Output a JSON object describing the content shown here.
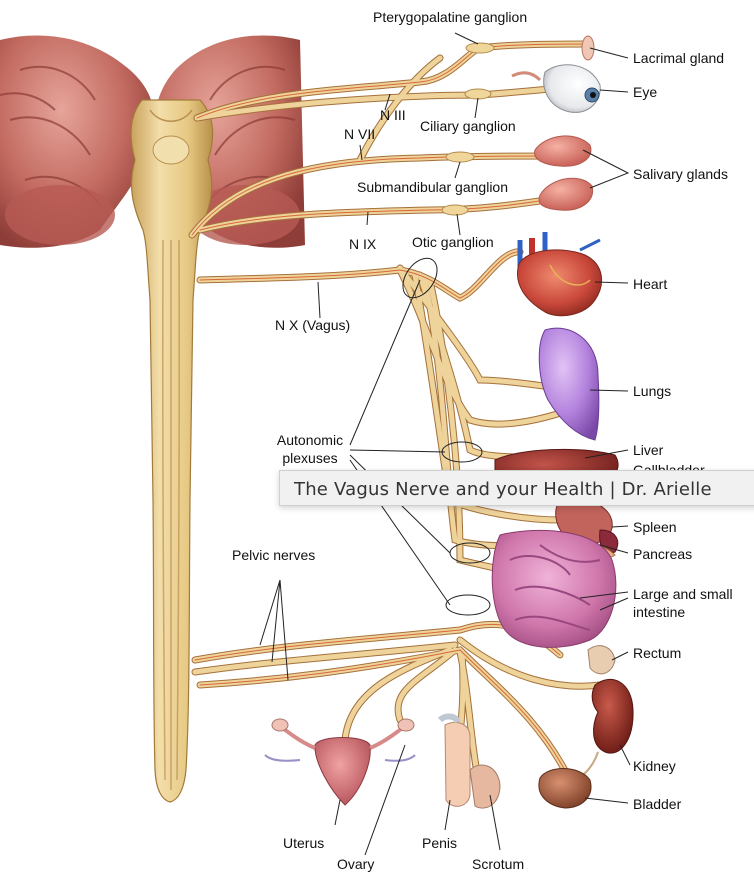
{
  "labels": {
    "pterygopalatine": "Pterygopalatine ganglion",
    "lacrimal": "Lacrimal gland",
    "eye": "Eye",
    "n3": "N III",
    "n7": "N VII",
    "ciliary": "Ciliary ganglion",
    "salivary": "Salivary glands",
    "submandibular": "Submandibular ganglion",
    "n9": "N IX",
    "otic": "Otic ganglion",
    "heart": "Heart",
    "vagus": "N X (Vagus)",
    "lungs": "Lungs",
    "autonomic": "Autonomic plexuses",
    "liver": "Liver",
    "gallbladder": "Gallbladder",
    "spleen": "Spleen",
    "pancreas": "Pancreas",
    "intestine": "Large and small intestine",
    "pelvic": "Pelvic nerves",
    "rectum": "Rectum",
    "kidney": "Kidney",
    "bladder": "Bladder",
    "uterus": "Uterus",
    "ovary": "Ovary",
    "penis": "Penis",
    "scrotum": "Scrotum"
  },
  "tooltip": {
    "text": "The Vagus Nerve and your Health | Dr. Arielle"
  },
  "colors": {
    "nerve": "#eed39a",
    "nerve_edge": "#a5713b",
    "nerve_core": "#d9673a",
    "spinal_cord": "#e9cd8c",
    "brain": "#b85a52",
    "heart": "#c3483a",
    "lungs": "#b07ad8",
    "liver": "#8e2d2a",
    "intestine": "#c66fa6",
    "kidney": "#8d2a22"
  }
}
